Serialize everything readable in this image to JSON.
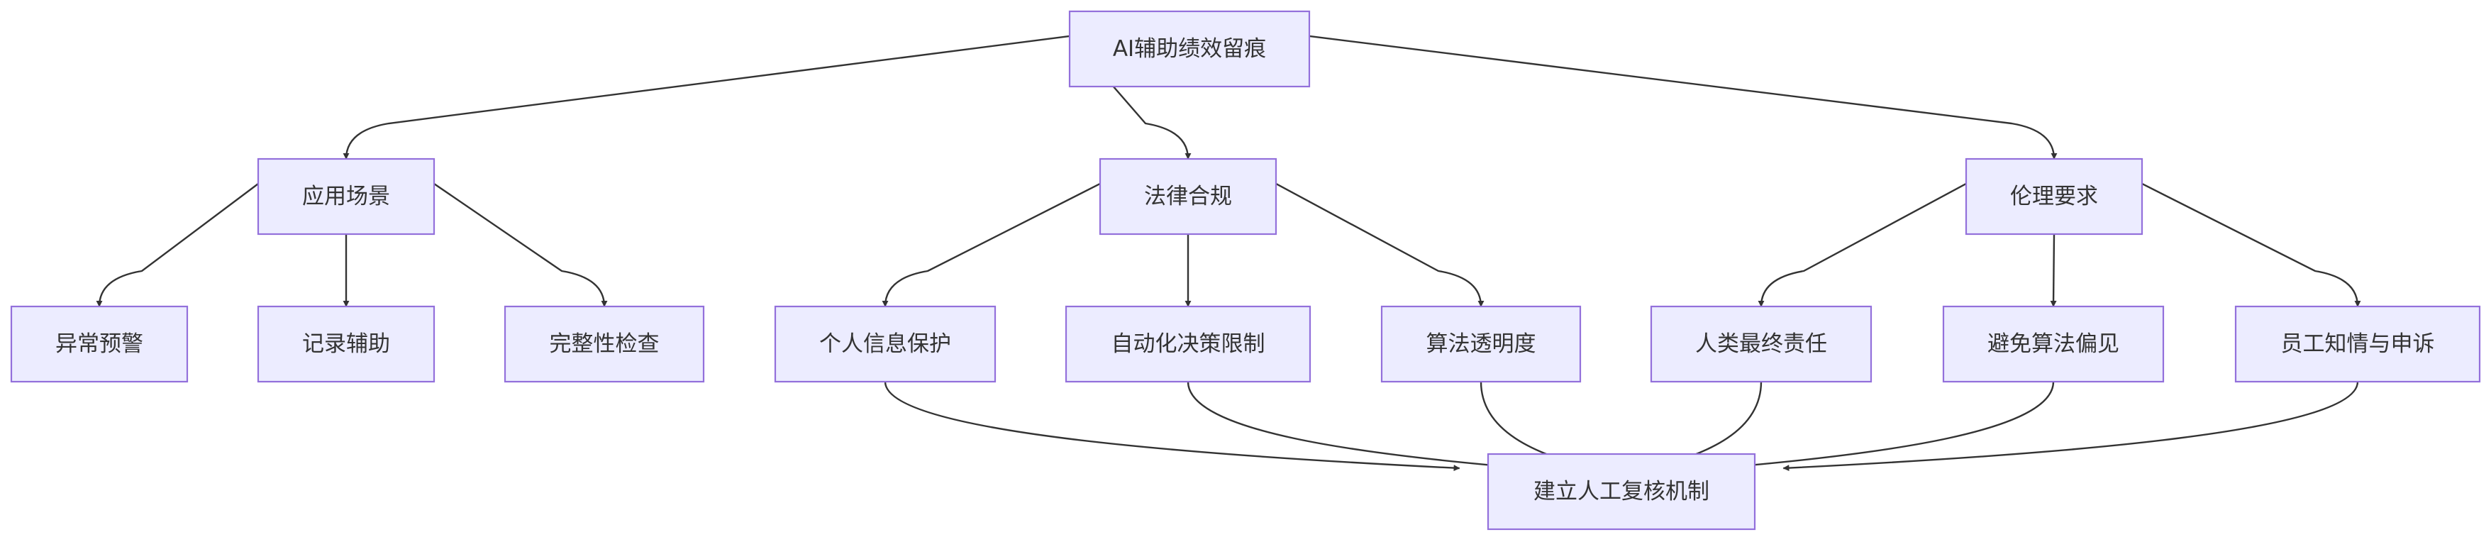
{
  "diagram": {
    "nodes": [
      {
        "id": "root",
        "label": "AI辅助绩效留痕"
      },
      {
        "id": "scenario",
        "label": "应用场景"
      },
      {
        "id": "legal",
        "label": "法律合规"
      },
      {
        "id": "ethics",
        "label": "伦理要求"
      },
      {
        "id": "alert",
        "label": "异常预警"
      },
      {
        "id": "record",
        "label": "记录辅助"
      },
      {
        "id": "integrity",
        "label": "完整性检查"
      },
      {
        "id": "privacy",
        "label": "个人信息保护"
      },
      {
        "id": "automation",
        "label": "自动化决策限制"
      },
      {
        "id": "transparency",
        "label": "算法透明度"
      },
      {
        "id": "responsibility",
        "label": "人类最终责任"
      },
      {
        "id": "bias",
        "label": "避免算法偏见"
      },
      {
        "id": "consent",
        "label": "员工知情与申诉"
      },
      {
        "id": "review",
        "label": "建立人工复核机制"
      }
    ],
    "edges": [
      {
        "from": "root",
        "to": "scenario"
      },
      {
        "from": "root",
        "to": "legal"
      },
      {
        "from": "root",
        "to": "ethics"
      },
      {
        "from": "scenario",
        "to": "alert"
      },
      {
        "from": "scenario",
        "to": "record"
      },
      {
        "from": "scenario",
        "to": "integrity"
      },
      {
        "from": "legal",
        "to": "privacy"
      },
      {
        "from": "legal",
        "to": "automation"
      },
      {
        "from": "legal",
        "to": "transparency"
      },
      {
        "from": "ethics",
        "to": "responsibility"
      },
      {
        "from": "ethics",
        "to": "bias"
      },
      {
        "from": "ethics",
        "to": "consent"
      },
      {
        "from": "privacy",
        "to": "review"
      },
      {
        "from": "automation",
        "to": "review"
      },
      {
        "from": "transparency",
        "to": "review"
      },
      {
        "from": "responsibility",
        "to": "review"
      },
      {
        "from": "bias",
        "to": "review"
      },
      {
        "from": "consent",
        "to": "review"
      }
    ]
  }
}
